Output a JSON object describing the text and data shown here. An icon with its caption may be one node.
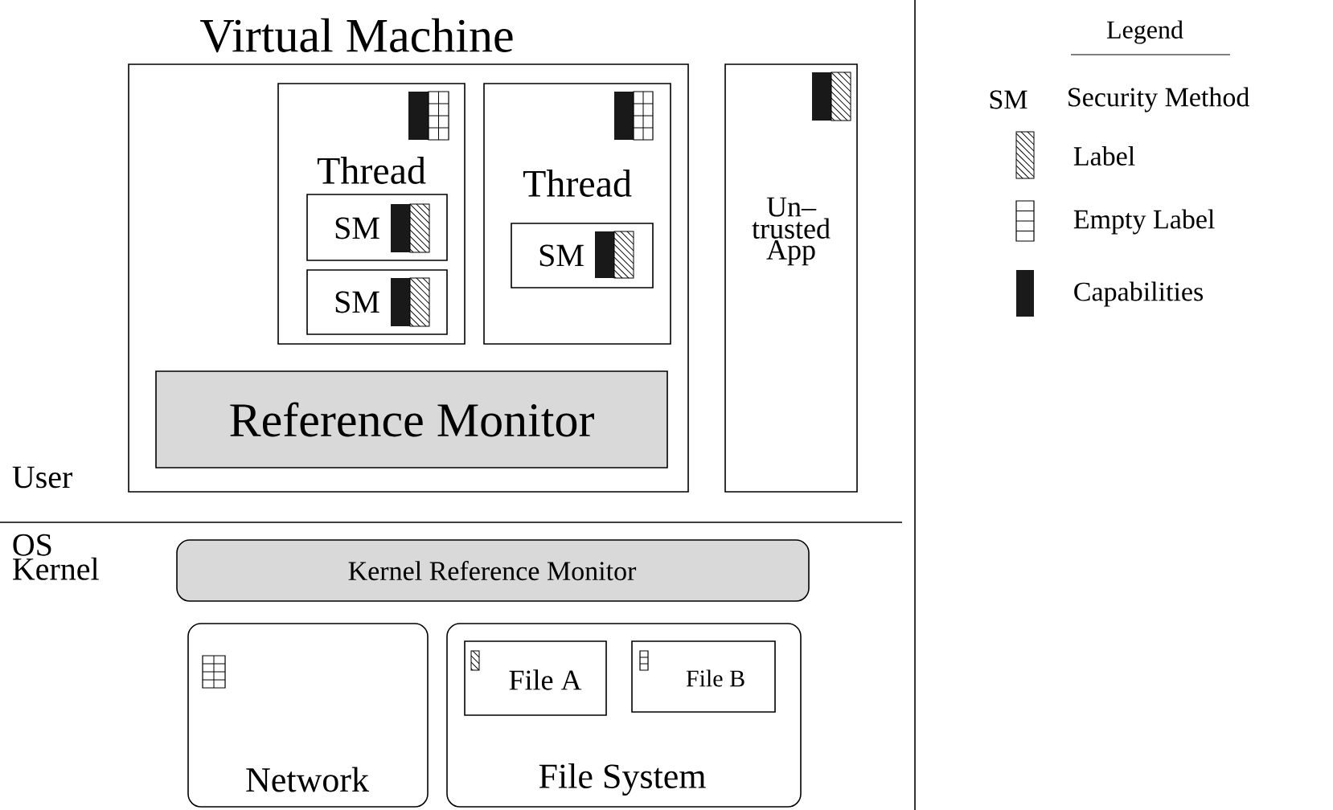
{
  "diagram": {
    "nodes": [
      {
        "text": [
          "Virtual Machine"
        ]
      },
      {
        "text": [
          "Thread"
        ],
        "in": 0
      },
      {
        "text": [
          "SM"
        ],
        "in": 1
      },
      {
        "text": [
          "SM"
        ],
        "in": 1
      },
      {
        "text": [
          "Thread"
        ],
        "in": 0
      },
      {
        "text": [
          "SM"
        ],
        "in": 4
      },
      {
        "text": [
          "Reference Monitor"
        ],
        "in": 0
      },
      {
        "text": [
          "Un– trusted App"
        ]
      },
      {
        "text": [
          "Kernel Reference Monitor"
        ]
      },
      {
        "text": [
          "Network"
        ]
      },
      {
        "text": [
          "File System"
        ]
      },
      {
        "text": [
          "File A"
        ],
        "in": 10
      },
      {
        "text": [
          "File B"
        ],
        "in": 10
      }
    ],
    "labels": [
      "Legend",
      "SM",
      "User",
      "OS Kernel"
    ],
    "legend": [
      {
        "text": "Security Method"
      },
      {
        "text": "Label"
      },
      {
        "text": "Empty Label"
      },
      {
        "text": "Capabilities",
        "color": "#1a1a1a"
      }
    ]
  }
}
